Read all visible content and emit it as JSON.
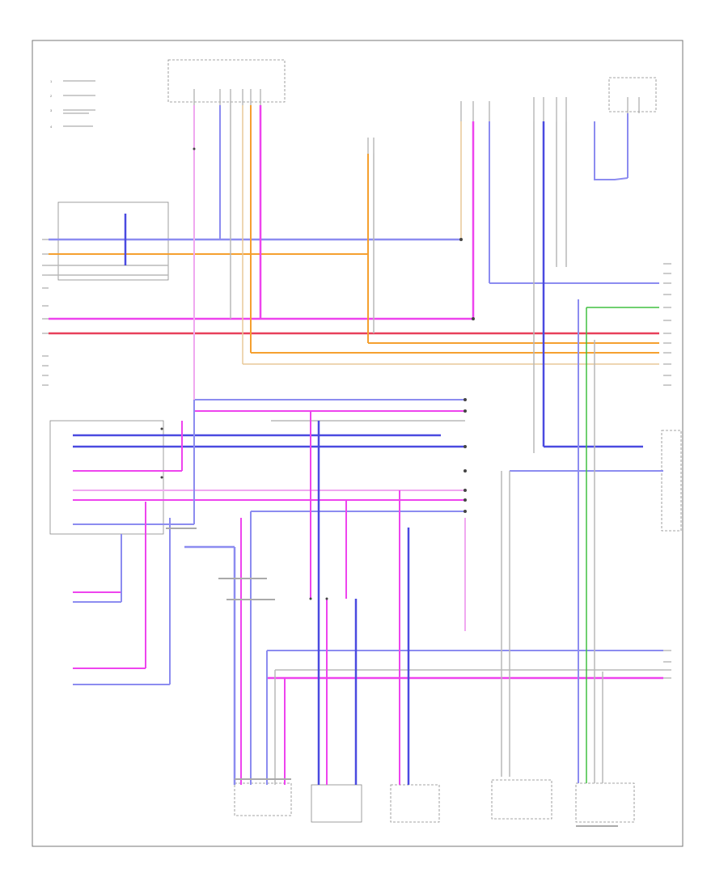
{
  "footer_code": "",
  "legend": [
    {
      "num": "1",
      "text": ""
    },
    {
      "num": "2",
      "text": ""
    },
    {
      "num": "3",
      "text": ""
    },
    {
      "num": "4",
      "text": ""
    }
  ],
  "wire_colors": {
    "blue": "#4a4ae0",
    "blue_light": "#8c8cf0",
    "magenta": "#ee44ee",
    "pink": "#f0a8f0",
    "red": "#e8405a",
    "orange": "#f5a030",
    "tan": "#e8c898",
    "green": "#40c040",
    "gray": "#b8b8b8",
    "black": "#333333"
  }
}
